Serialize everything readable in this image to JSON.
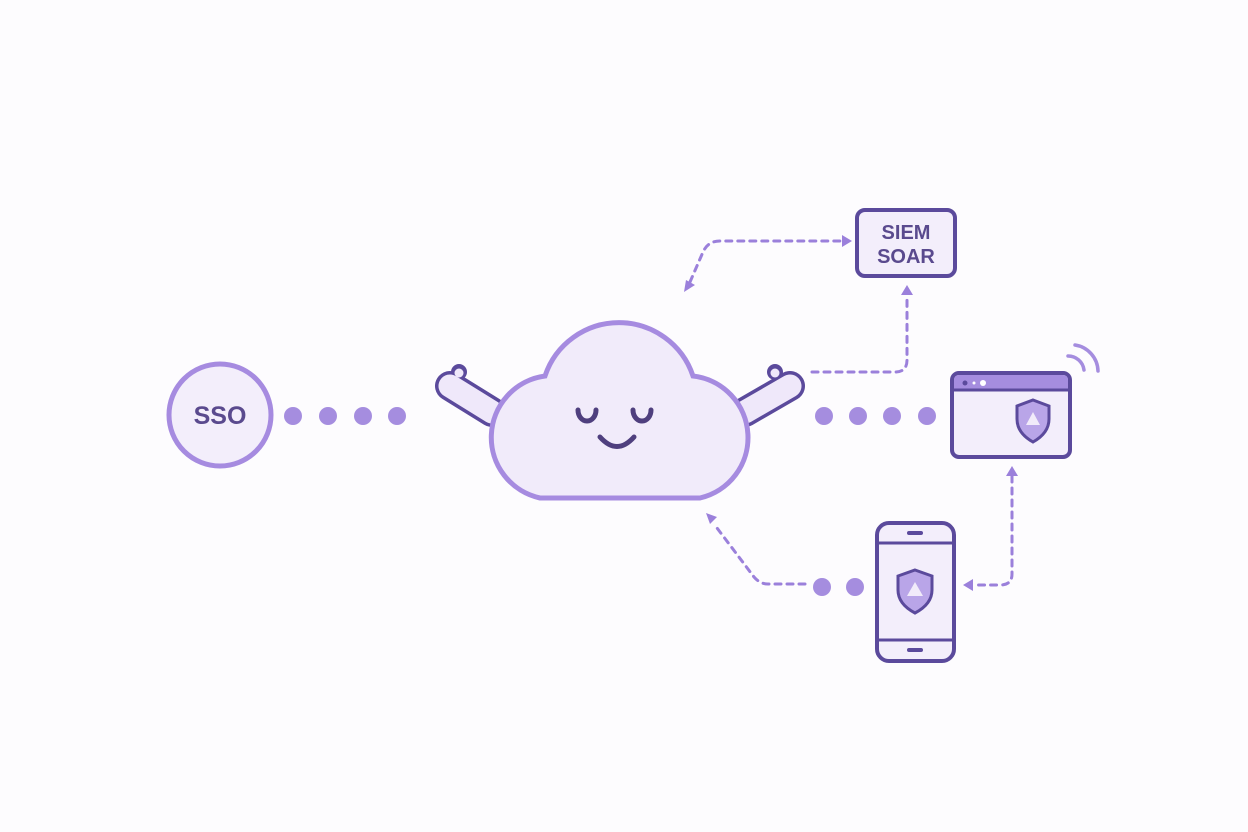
{
  "nodes": {
    "sso": {
      "label": "SSO"
    },
    "siem": {
      "line1": "SIEM",
      "line2": "SOAR"
    }
  },
  "colors": {
    "accent_light": "#a68be0",
    "accent_dark": "#5b4a9c",
    "fill": "#f1ebfa"
  }
}
